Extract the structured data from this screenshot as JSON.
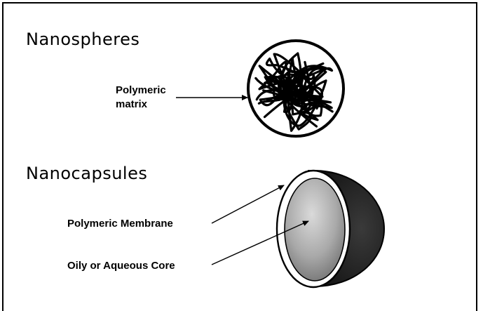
{
  "nanospheres": {
    "title": "Nanospheres",
    "label_line1": "Polymeric",
    "label_line2": "matrix",
    "icon": "polymer-matrix-sphere-icon"
  },
  "nanocapsules": {
    "title": "Nanocapsules",
    "membrane_label": "Polymeric Membrane",
    "core_label": "Oily or Aqueous Core",
    "icon": "nanocapsule-icon"
  },
  "colors": {
    "line": "#000000",
    "background": "#ffffff",
    "shell_dark": "#1e1e1e",
    "core_light": "#d4d4d4",
    "core_dark": "#777777"
  }
}
